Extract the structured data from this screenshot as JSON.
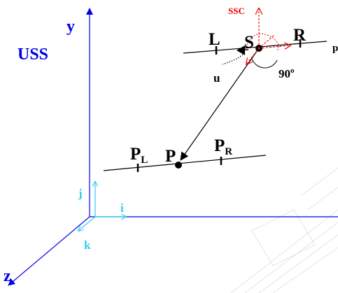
{
  "diagram": {
    "labels": {
      "uss": "USS",
      "axis_y": "y",
      "axis_z": "z",
      "unit_i": "i",
      "unit_j": "j",
      "unit_k": "k",
      "ssc": "SSC",
      "point_S": "S",
      "point_L": "L",
      "point_R": "R",
      "point_P": "P",
      "point_PL_main": "P",
      "point_PL_sub": "L",
      "point_PR_main": "P",
      "point_PR_sub": "R",
      "vector_u": "u",
      "angle_main": "90",
      "angle_sup": "o",
      "line_label_cut": "p"
    },
    "colors": {
      "axis_blue": "#0000ee",
      "unit_cyan": "#33ccee",
      "ssc_red": "#ee0000",
      "ink": "#000000",
      "watermark": "#e4e4e4"
    }
  }
}
